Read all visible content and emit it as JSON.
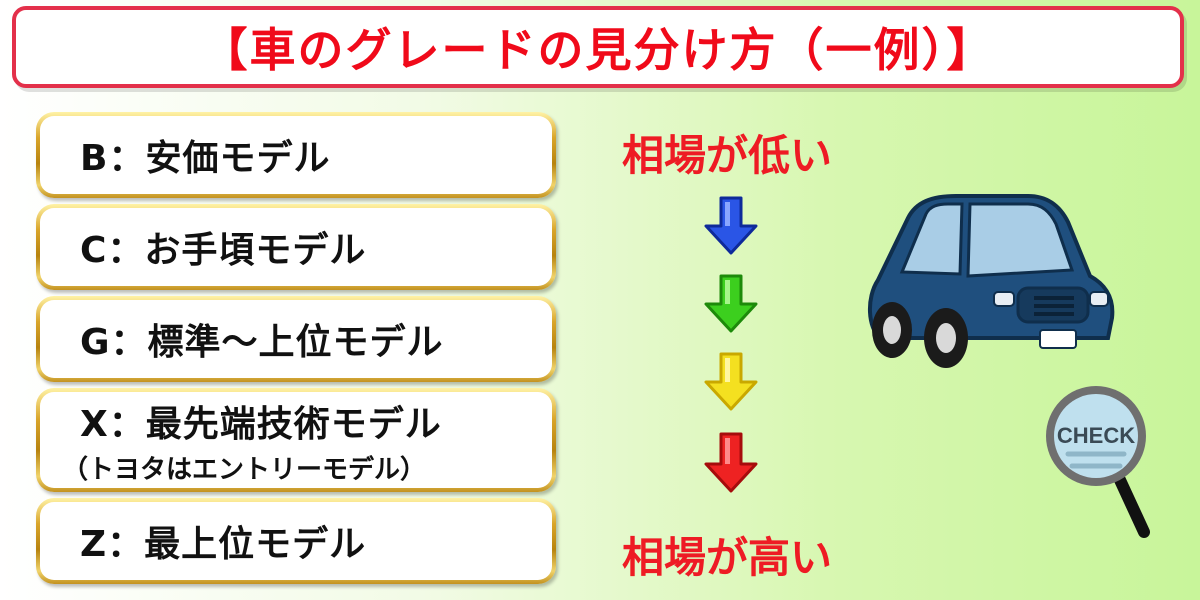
{
  "title": "【車のグレードの見分け方（一例）】",
  "grades": [
    {
      "label": "B：安価モデル",
      "note": ""
    },
    {
      "label": "C：お手頃モデル",
      "note": ""
    },
    {
      "label": "G：標準〜上位モデル",
      "note": ""
    },
    {
      "label": "X：最先端技術モデル",
      "note": "（トヨタはエントリーモデル）"
    },
    {
      "label": "Z：最上位モデル",
      "note": ""
    }
  ],
  "price": {
    "low_label": "相場が低い",
    "high_label": "相場が高い"
  },
  "arrows": [
    {
      "color": "#2a55e6",
      "icon": "arrow-down-blue"
    },
    {
      "color": "#3ccf1e",
      "icon": "arrow-down-green"
    },
    {
      "color": "#f4e020",
      "icon": "arrow-down-yellow"
    },
    {
      "color": "#ee2222",
      "icon": "arrow-down-red"
    }
  ],
  "illustration": {
    "car_icon": "car-icon",
    "magnifier_text": "CHECK"
  },
  "colors": {
    "title_red": "#f00a1a",
    "price_red": "#ee1b24",
    "gold_frame": "#d9a52a",
    "car_blue": "#1f4f7e"
  }
}
